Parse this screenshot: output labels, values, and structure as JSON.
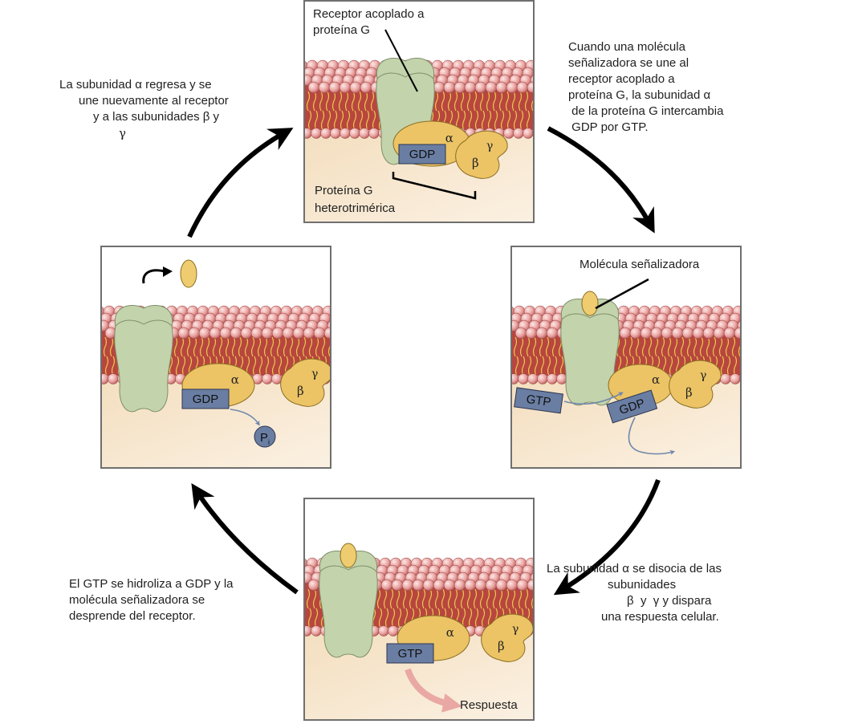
{
  "title": "Ciclo de activación de la proteína G",
  "colors": {
    "receptor": "#c3d3ab",
    "receptor_stroke": "#7e8f6a",
    "alpha": "#ecc466",
    "subunit_stroke": "#8a6e22",
    "nucleotide_box": "#6a7ea3",
    "nucleotide_stroke": "#2c3550",
    "signal_molecule": "#efcc70",
    "cytoplasm": "#f4dfc0",
    "membrane_head": "#e9a2a0",
    "membrane_core": "#b8463f",
    "tail": "#e9c94a",
    "flow_arrow": "#6f87ad",
    "response_arrow": "#e9a8a3",
    "cycle_arrow": "#000000"
  },
  "symbols": {
    "alpha": "α",
    "beta": "β",
    "gamma": "γ"
  },
  "panels": {
    "top": {
      "label_receptor": [
        "Receptor acoplado a",
        "proteína G"
      ],
      "label_gprotein": [
        "Proteína G",
        "heterotrimérica"
      ],
      "nucleotide": "GDP"
    },
    "right": {
      "label_signal": "Molécula señalizadora",
      "nucleotide_in": "GTP",
      "nucleotide_out": "GDP"
    },
    "bottom": {
      "nucleotide": "GTP",
      "label_response": "Respuesta"
    },
    "left": {
      "nucleotide": "GDP",
      "phosphate": "P",
      "phosphate_sub": "i"
    }
  },
  "captions": {
    "top_right": [
      "Cuando una molécula",
      "señalizadora se une al",
      "receptor acoplado a",
      "proteína G, la subunidad α",
      " de la proteína G intercambia",
      " GDP por GTP."
    ],
    "bottom_right": [
      "La subunidad α se disocia de las",
      "subunidades",
      "β  y  γ y dispara",
      "una respuesta celular."
    ],
    "bottom_left": [
      "El GTP se hidroliza a GDP y la",
      "molécula señalizadora se",
      "desprende del receptor."
    ],
    "top_left": [
      "La subunidad α  regresa y se",
      "une nuevamente al receptor",
      "y a las subunidades β  y",
      "γ"
    ]
  }
}
